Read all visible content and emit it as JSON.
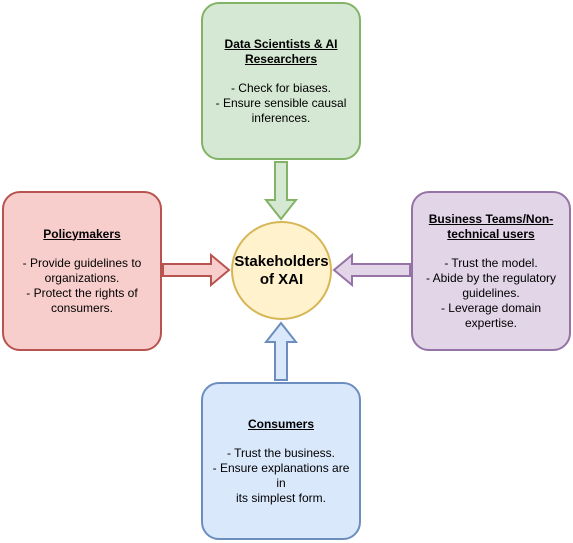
{
  "center": {
    "line1": "Stakeholders",
    "line2": "of XAI",
    "fill": "#fff2cc",
    "stroke": "#d6b656"
  },
  "boxes": {
    "top": {
      "title_line1": "Data Scientists & AI",
      "title_line2": "Researchers",
      "lines": [
        "- Check for biases.",
        "- Ensure sensible causal",
        "inferences."
      ],
      "fill": "#d5e8d4",
      "stroke": "#82b366"
    },
    "left": {
      "title_line1": "Policymakers",
      "lines": [
        "- Provide guidelines to",
        "organizations.",
        "- Protect the rights of",
        "consumers."
      ],
      "fill": "#f8cecc",
      "stroke": "#b85450"
    },
    "right": {
      "title_line1": "Business Teams/Non-",
      "title_line2": "technical users",
      "lines": [
        "- Trust the model.",
        "- Abide by the regulatory",
        "guidelines.",
        "- Leverage domain",
        "expertise."
      ],
      "fill": "#e1d5e7",
      "stroke": "#9673a6"
    },
    "bottom": {
      "title_line1": "Consumers",
      "lines": [
        "- Trust the business.",
        "- Ensure explanations are in",
        "its simplest form."
      ],
      "fill": "#dae8fc",
      "stroke": "#6c8ebf"
    }
  }
}
